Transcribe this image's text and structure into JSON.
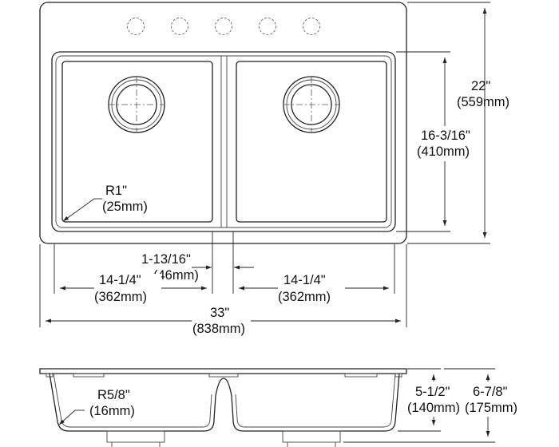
{
  "drawing": {
    "top_view": {
      "overall_height_in": "22\"",
      "overall_height_mm": "(559mm)",
      "bowl_height_in": "16-3/16\"",
      "bowl_height_mm": "(410mm)",
      "corner_radius_in": "R1\"",
      "corner_radius_mm": "(25mm)",
      "divider_in": "1-13/16\"",
      "divider_mm": "(46mm)",
      "left_bowl_width_in": "14-1/4\"",
      "left_bowl_width_mm": "(362mm)",
      "right_bowl_width_in": "14-1/4\"",
      "right_bowl_width_mm": "(362mm)",
      "overall_width_in": "33\"",
      "overall_width_mm": "(838mm)"
    },
    "side_view": {
      "radius_in": "R5/8\"",
      "radius_mm": "(16mm)",
      "bowl_depth_in": "5-1/2\"",
      "bowl_depth_mm": "(140mm)",
      "overall_depth_in": "6-7/8\"",
      "overall_depth_mm": "(175mm)"
    }
  }
}
